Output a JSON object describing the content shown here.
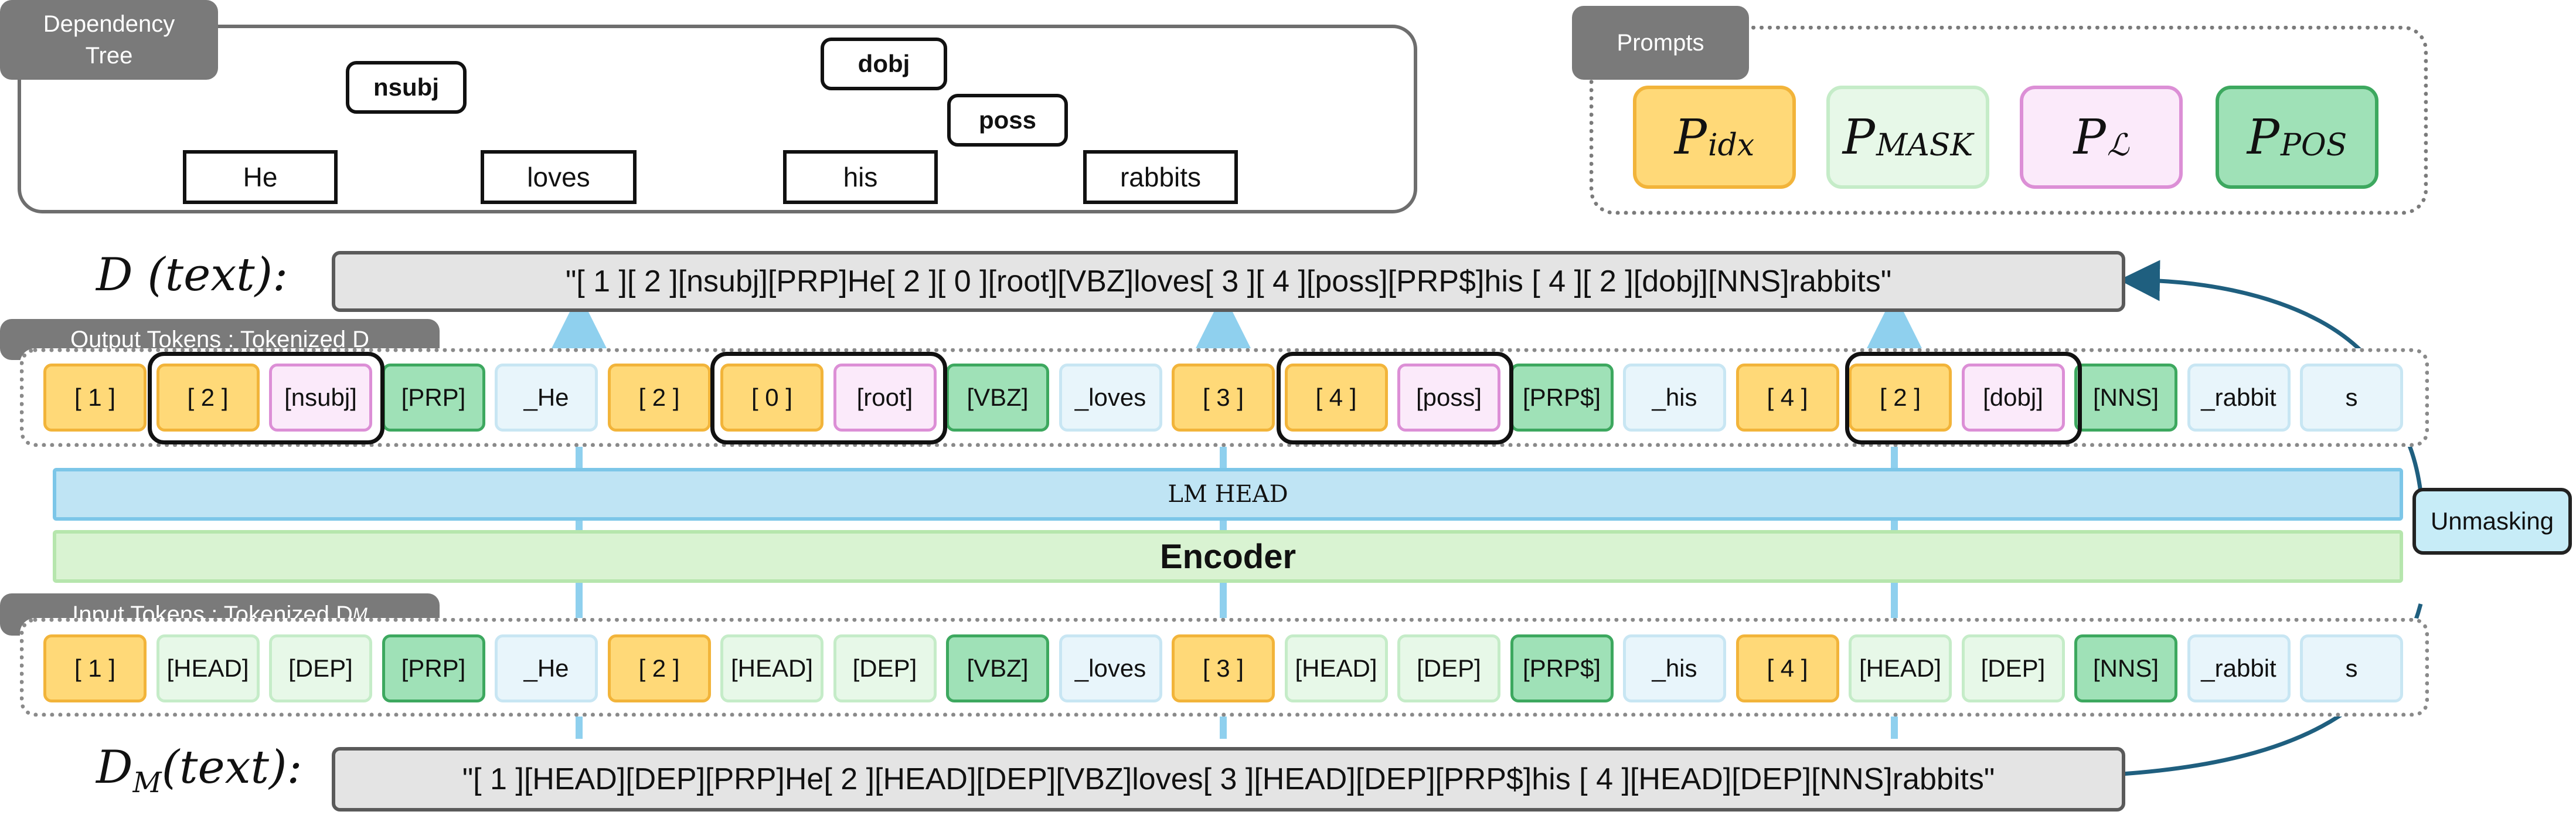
{
  "dependency_tree": {
    "tag": "Dependency\nTree",
    "words": [
      "He",
      "loves",
      "his",
      "rabbits"
    ],
    "relations": {
      "nsubj": "nsubj",
      "dobj": "dobj",
      "poss": "poss"
    }
  },
  "prompts": {
    "tag": "Prompts",
    "items": [
      {
        "symbol": "P",
        "subscript": "idx",
        "fill": "#ffd978",
        "border": "#f2b43a"
      },
      {
        "symbol": "P",
        "subscript": "MASK",
        "fill": "#e7f8e8",
        "border": "#c5ecc8"
      },
      {
        "symbol": "P",
        "subscript": "ℒ",
        "fill": "#fbeafa",
        "border": "#dc8fd6"
      },
      {
        "symbol": "P",
        "subscript": "POS",
        "fill": "#9fe1b7",
        "border": "#3da85f"
      }
    ]
  },
  "d_text": {
    "label_main": "D (text):",
    "value": "\"[ 1 ][ 2 ][nsubj][PRP]He[ 2 ][ 0 ][root][VBZ]loves[ 3 ][ 4 ][poss][PRP$]his [ 4 ][ 2 ][dobj][NNS]rabbits\""
  },
  "dm_text": {
    "label_main": "D",
    "label_sub": "M",
    "label_tail": "(text):",
    "value": "\"[ 1 ][HEAD][DEP][PRP]He[ 2 ][HEAD][DEP][VBZ]loves[ 3 ][HEAD][DEP][PRP$]his [ 4 ][HEAD][DEP][NNS]rabbits\""
  },
  "output_tokens": {
    "tag": "Output Tokens : Tokenized D",
    "tokens": [
      "[ 1 ]",
      "[ 2 ]",
      "[nsubj]",
      "[PRP]",
      "_He",
      "[ 2 ]",
      "[ 0 ]",
      "[root]",
      "[VBZ]",
      "_loves",
      "[ 3 ]",
      "[ 4 ]",
      "[poss]",
      "[PRP$]",
      "_his",
      "[ 4 ]",
      "[ 2 ]",
      "[dobj]",
      "[NNS]",
      "_rabbit",
      "s"
    ]
  },
  "input_tokens": {
    "tag": "Input Tokens : Tokenized D",
    "tag_sub": "M",
    "tokens": [
      "[ 1 ]",
      "[HEAD]",
      "[DEP]",
      "[PRP]",
      "_He",
      "[ 2 ]",
      "[HEAD]",
      "[DEP]",
      "[VBZ]",
      "_loves",
      "[ 3 ]",
      "[HEAD]",
      "[DEP]",
      "[PRP$]",
      "_his",
      "[ 4 ]",
      "[HEAD]",
      "[DEP]",
      "[NNS]",
      "_rabbit",
      "s"
    ]
  },
  "model": {
    "lm_head": "LM HEAD",
    "encoder": "Encoder",
    "unmasking": "Unmasking"
  },
  "colors": {
    "idx": "#ffd978",
    "dep": "#fbeafa",
    "pos": "#9fe1b7",
    "word": "#e8f5fb",
    "mask": "#e7f8e8",
    "arrow_up": "#8fd0ee",
    "arrow_dark": "#1f5f7f"
  }
}
